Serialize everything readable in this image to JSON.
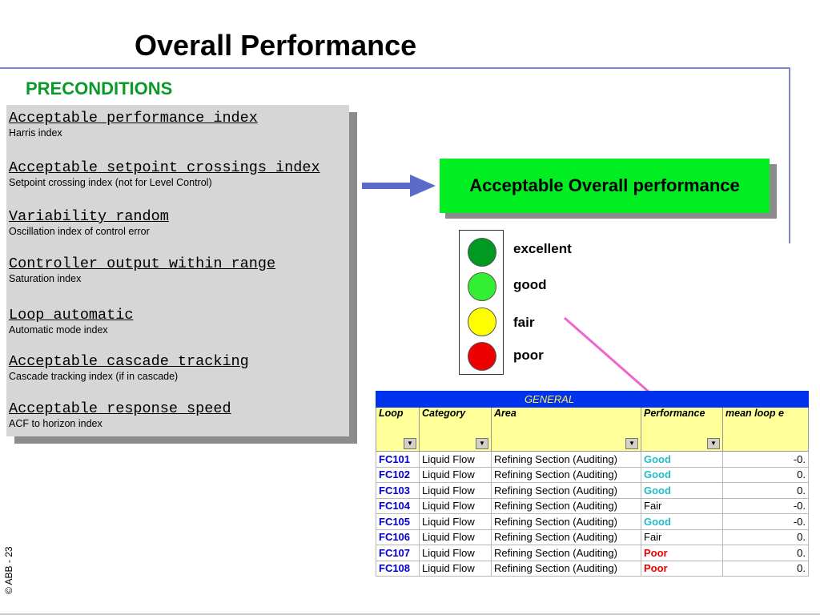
{
  "title": "Overall Performance",
  "subtitle": "PRECONDITIONS",
  "preconditions": [
    {
      "heading": "Acceptable performance index",
      "sub": "Harris index"
    },
    {
      "heading": "Acceptable setpoint crossings index",
      "sub": "Setpoint crossing index (not for Level Control)"
    },
    {
      "heading": "Variability random",
      "sub": "Oscillation index of control error"
    },
    {
      "heading": "Controller output within range",
      "sub": "Saturation index"
    },
    {
      "heading": "Loop automatic",
      "sub": "Automatic mode index"
    },
    {
      "heading": "Acceptable cascade tracking",
      "sub": "Cascade tracking index (if in cascade)"
    },
    {
      "heading": "Acceptable response speed",
      "sub": "ACF to horizon index"
    }
  ],
  "result_box": "Acceptable Overall performance",
  "levels": [
    {
      "label": "excellent",
      "color": "#009922"
    },
    {
      "label": "good",
      "color": "#33ee33"
    },
    {
      "label": "fair",
      "color": "#ffff00"
    },
    {
      "label": "poor",
      "color": "#ee0000"
    }
  ],
  "colors": {
    "frame": "#7f86c8",
    "subtitle": "#0a9a2a",
    "accent_green": "#00ee22",
    "arrow": "#5a6cc8",
    "pointer": "#ee66cc",
    "good_text": "#22bbcc",
    "poor_text": "#ee0000",
    "loop_text": "#0000cc"
  },
  "table": {
    "group_label": "GENERAL",
    "headers": [
      "Loop",
      "Category",
      "Area",
      "Performance",
      "mean loop e"
    ],
    "rows": [
      {
        "loop": "FC101",
        "category": "Liquid Flow",
        "area": "Refining Section (Auditing)",
        "performance": "Good",
        "mean": "-0."
      },
      {
        "loop": "FC102",
        "category": "Liquid Flow",
        "area": "Refining Section (Auditing)",
        "performance": "Good",
        "mean": "0."
      },
      {
        "loop": "FC103",
        "category": "Liquid Flow",
        "area": "Refining Section (Auditing)",
        "performance": "Good",
        "mean": "0."
      },
      {
        "loop": "FC104",
        "category": "Liquid Flow",
        "area": "Refining Section (Auditing)",
        "performance": "Fair",
        "mean": "-0."
      },
      {
        "loop": "FC105",
        "category": "Liquid Flow",
        "area": "Refining Section (Auditing)",
        "performance": "Good",
        "mean": "-0."
      },
      {
        "loop": "FC106",
        "category": "Liquid Flow",
        "area": "Refining Section (Auditing)",
        "performance": "Fair",
        "mean": "0."
      },
      {
        "loop": "FC107",
        "category": "Liquid Flow",
        "area": "Refining Section (Auditing)",
        "performance": "Poor",
        "mean": "0."
      },
      {
        "loop": "FC108",
        "category": "Liquid Flow",
        "area": "Refining Section (Auditing)",
        "performance": "Poor",
        "mean": "0."
      }
    ]
  },
  "footer": {
    "copyright": "© ABB - 23"
  },
  "icons": {
    "dropdown": "dropdown-arrow-icon",
    "arrow": "right-arrow-icon",
    "pointer": "pointer-arrow-icon"
  }
}
